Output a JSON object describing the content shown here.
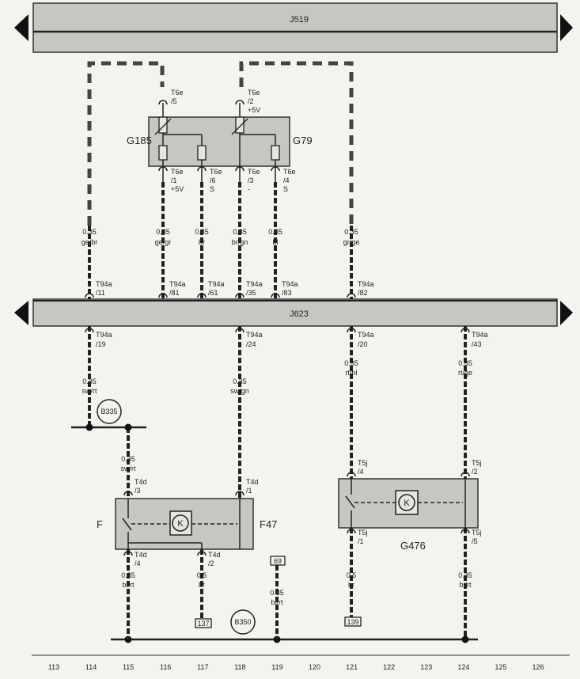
{
  "diagram": {
    "ecus": [
      {
        "id": "J519",
        "label": "J519"
      },
      {
        "id": "J623",
        "label": "J623"
      }
    ],
    "components": {
      "pedal_sender": {
        "left": "G185",
        "right": "G79"
      },
      "brake_switch": {
        "left": "F",
        "right": "F47"
      },
      "clutch_switch": {
        "label": "G476"
      }
    },
    "top_connectors": [
      {
        "name": "T6e",
        "pin": "/5"
      },
      {
        "name": "T6e",
        "pin": "/2",
        "volt": "+5V"
      },
      {
        "name": "T6e",
        "pin": "/1",
        "volt": "+5V"
      },
      {
        "name": "T6e",
        "pin": "/6",
        "volt": "S"
      },
      {
        "name": "T6e",
        "pin": "/3",
        "volt": "-"
      },
      {
        "name": "T6e",
        "pin": "/4",
        "volt": "S"
      }
    ],
    "upper_wires": [
      {
        "gauge": "0.35",
        "color": "ge/br"
      },
      {
        "gauge": "0.35",
        "color": "ge/gr"
      },
      {
        "gauge": "0.35",
        "color": "br"
      },
      {
        "gauge": "0.35",
        "color": "br/gn"
      },
      {
        "gauge": "0.35",
        "color": "bl"
      },
      {
        "gauge": "0.35",
        "color": "gr/ge"
      }
    ],
    "j623_upper_pins": [
      {
        "name": "T94a",
        "pin": "/11"
      },
      {
        "name": "T94a",
        "pin": "/81"
      },
      {
        "name": "T94a",
        "pin": "/61"
      },
      {
        "name": "T94a",
        "pin": "/35"
      },
      {
        "name": "T94a",
        "pin": "/83"
      },
      {
        "name": "T94a",
        "pin": "/82"
      }
    ],
    "j623_lower_pins": [
      {
        "name": "T94a",
        "pin": "/19"
      },
      {
        "name": "T94a",
        "pin": "/24"
      },
      {
        "name": "T94a",
        "pin": "/20"
      },
      {
        "name": "T94a",
        "pin": "/43"
      }
    ],
    "lower_wires": [
      {
        "gauge": "0.35",
        "color": "sw/rt"
      },
      {
        "gauge": "0.35",
        "color": "sw/gn"
      },
      {
        "gauge": "0.35",
        "color": "rt/bl"
      },
      {
        "gauge": "0.35",
        "color": "rt/ge"
      },
      {
        "gauge": "0.35",
        "color": "sw/rt"
      }
    ],
    "switch_connectors": [
      {
        "name": "T4d",
        "pin": "/3"
      },
      {
        "name": "T4d",
        "pin": "/1"
      },
      {
        "name": "T5j",
        "pin": "/4"
      },
      {
        "name": "T5j",
        "pin": "/2"
      }
    ],
    "bottom_connectors": [
      {
        "name": "T4d",
        "pin": "/4"
      },
      {
        "name": "T4d",
        "pin": "/2"
      },
      {
        "name": "T5j",
        "pin": "/1"
      },
      {
        "name": "T5j",
        "pin": "/5"
      }
    ],
    "ground_wires": [
      {
        "gauge": "0.35",
        "color": "bl/rt"
      },
      {
        "gauge": "0.5",
        "color": "br"
      },
      {
        "gauge": "0.35",
        "color": "bl/rt"
      },
      {
        "gauge": "0.5",
        "color": "br"
      },
      {
        "gauge": "0.35",
        "color": "bl/rt"
      }
    ],
    "splices": [
      {
        "label": "B335"
      },
      {
        "label": "B350"
      }
    ],
    "refs": [
      "137",
      "69",
      "139"
    ],
    "grid_numbers": [
      "113",
      "114",
      "115",
      "116",
      "117",
      "118",
      "119",
      "120",
      "121",
      "122",
      "123",
      "124",
      "125",
      "126"
    ]
  }
}
